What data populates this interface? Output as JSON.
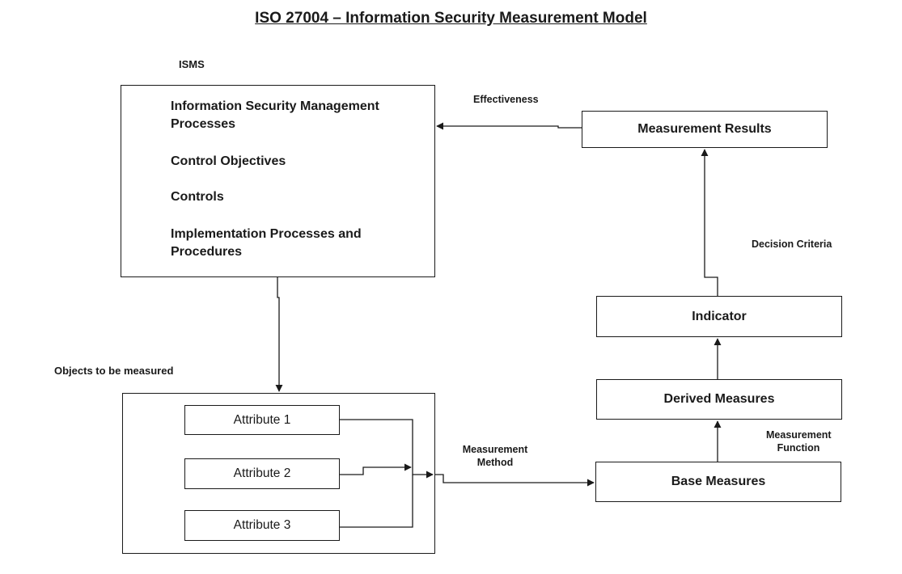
{
  "title": "ISO 27004 – Information Security Measurement Model",
  "isms": {
    "label": "ISMS",
    "items": [
      "Information Security Management Processes",
      "Control Objectives",
      "Controls",
      "Implementation Processes and Procedures"
    ]
  },
  "objects": {
    "label": "Objects to be measured",
    "attributes": [
      "Attribute 1",
      "Attribute 2",
      "Attribute 3"
    ]
  },
  "nodes": {
    "measurement_results": "Measurement Results",
    "indicator": "Indicator",
    "derived_measures": "Derived Measures",
    "base_measures": "Base Measures"
  },
  "edge_labels": {
    "effectiveness": "Effectiveness",
    "decision_criteria": "Decision Criteria",
    "measurement_function": "Measurement Function",
    "measurement_method": "Measurement Method"
  }
}
